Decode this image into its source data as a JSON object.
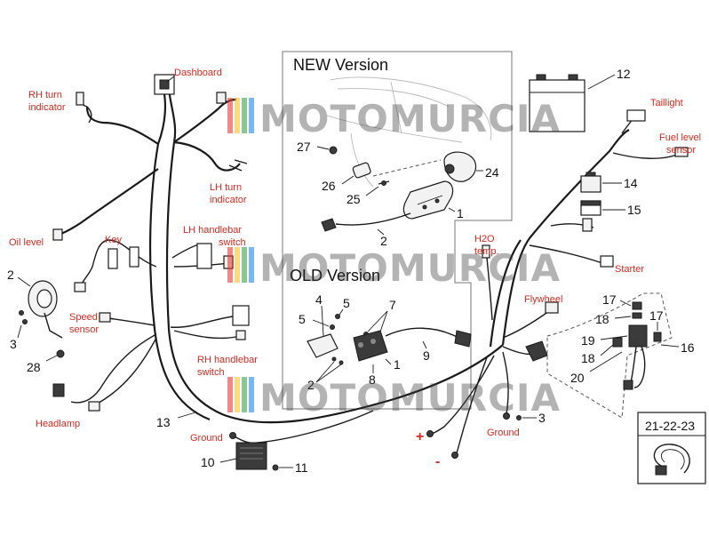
{
  "diagram": {
    "new_version_title": "NEW Version",
    "old_version_title": "OLD Version",
    "watermark": "MOTOMURCIA",
    "watermark_stripe_colors": [
      "#e53935",
      "#fbc02d",
      "#43a047",
      "#1e88e5"
    ],
    "labels": {
      "dashboard": "Dashboard",
      "rh_turn_1": "RH turn",
      "rh_turn_2": "indicator",
      "lh_turn_1": "LH turn",
      "lh_turn_2": "indicator",
      "oil_level": "Oil level",
      "key": "Key",
      "lh_switch_1": "LH handlebar",
      "lh_switch_2": "switch",
      "speed_1": "Speed",
      "speed_2": "sensor",
      "rh_switch_1": "RH handlebar",
      "rh_switch_2": "switch",
      "headlamp": "Headlamp",
      "ground_left": "Ground",
      "ground_right": "Ground",
      "taillight": "Taillight",
      "fuel_1": "Fuel level",
      "fuel_2": "sensor",
      "h2o_1": "H2O",
      "h2o_2": "temp.",
      "starter": "Starter",
      "flywheel": "Flywheel",
      "plus": "+",
      "minus": "-"
    },
    "callouts": {
      "n1_new": "1",
      "n1_old": "1",
      "n2_left": "2",
      "n2_new": "2",
      "n2_old": "2",
      "n3_left": "3",
      "n3_right": "3",
      "n4": "4",
      "n5_a": "5",
      "n5_b": "5",
      "n7": "7",
      "n8": "8",
      "n9": "9",
      "n10": "10",
      "n11": "11",
      "n12": "12",
      "n13": "13",
      "n14": "14",
      "n15": "15",
      "n16": "16",
      "n17_a": "17",
      "n17_b": "17",
      "n18_a": "18",
      "n18_b": "18",
      "n19": "19",
      "n20": "20",
      "n24": "24",
      "n25": "25",
      "n26": "26",
      "n27": "27",
      "n28": "28",
      "inset": "21-22-23"
    },
    "colors": {
      "label_red": "#d42a1f",
      "line": "#1a1a1a"
    }
  }
}
